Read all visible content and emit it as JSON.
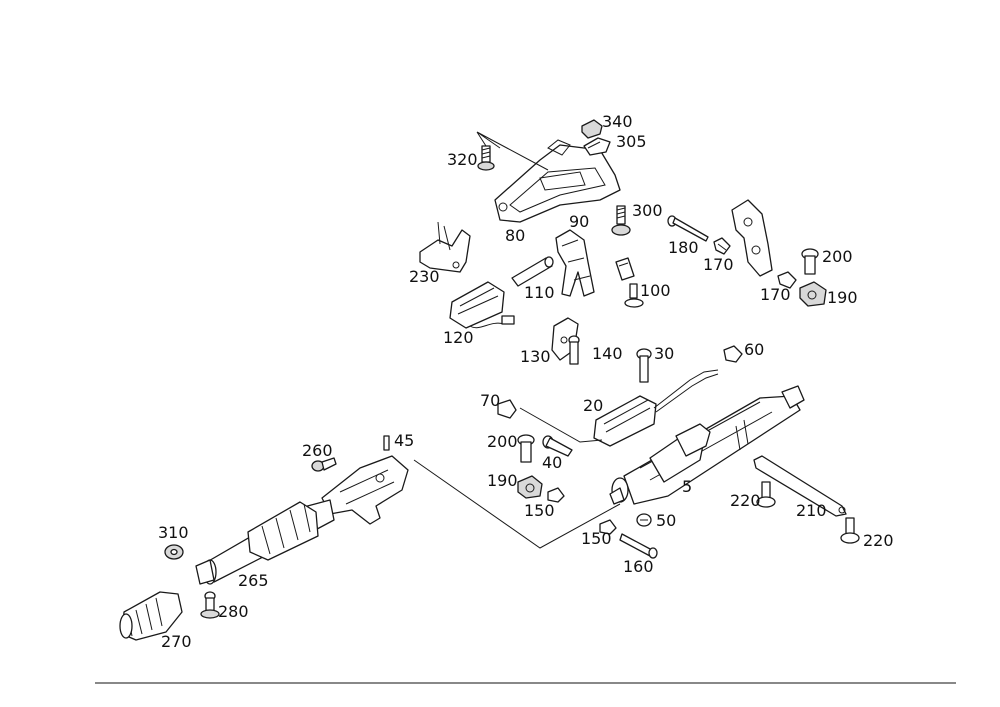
{
  "callouts": [
    {
      "id": "c340",
      "label": "340"
    },
    {
      "id": "c305",
      "label": "305"
    },
    {
      "id": "c320",
      "label": "320"
    },
    {
      "id": "c300",
      "label": "300"
    },
    {
      "id": "c90",
      "label": "90"
    },
    {
      "id": "c80",
      "label": "80"
    },
    {
      "id": "c180",
      "label": "180"
    },
    {
      "id": "c200a",
      "label": "200"
    },
    {
      "id": "c170a",
      "label": "170"
    },
    {
      "id": "c170b",
      "label": "170"
    },
    {
      "id": "c190a",
      "label": "190"
    },
    {
      "id": "c230",
      "label": "230"
    },
    {
      "id": "c110",
      "label": "110"
    },
    {
      "id": "c100",
      "label": "100"
    },
    {
      "id": "c120",
      "label": "120"
    },
    {
      "id": "c130",
      "label": "130"
    },
    {
      "id": "c140",
      "label": "140"
    },
    {
      "id": "c30",
      "label": "30"
    },
    {
      "id": "c60",
      "label": "60"
    },
    {
      "id": "c70",
      "label": "70"
    },
    {
      "id": "c20",
      "label": "20"
    },
    {
      "id": "c45",
      "label": "45"
    },
    {
      "id": "c260",
      "label": "260"
    },
    {
      "id": "c200b",
      "label": "200"
    },
    {
      "id": "c40",
      "label": "40"
    },
    {
      "id": "c190b",
      "label": "190"
    },
    {
      "id": "c150a",
      "label": "150"
    },
    {
      "id": "c5",
      "label": "5"
    },
    {
      "id": "c220a",
      "label": "220"
    },
    {
      "id": "c210",
      "label": "210"
    },
    {
      "id": "c50",
      "label": "50"
    },
    {
      "id": "c150b",
      "label": "150"
    },
    {
      "id": "c160",
      "label": "160"
    },
    {
      "id": "c220b",
      "label": "220"
    },
    {
      "id": "c310",
      "label": "310"
    },
    {
      "id": "c265",
      "label": "265"
    },
    {
      "id": "c280",
      "label": "280"
    },
    {
      "id": "c270",
      "label": "270"
    }
  ]
}
